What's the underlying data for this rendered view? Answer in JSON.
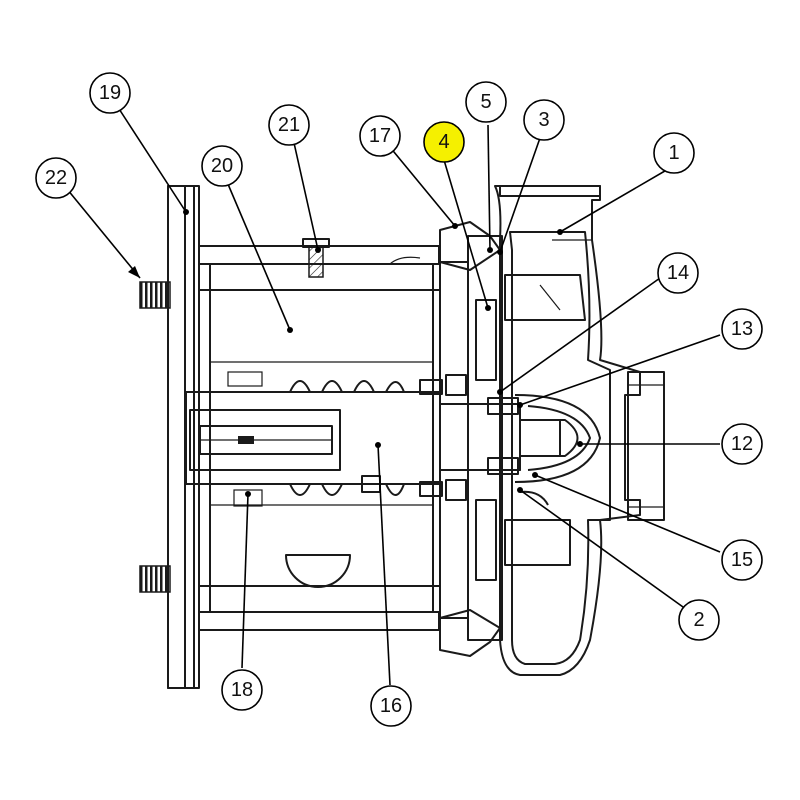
{
  "callouts": [
    {
      "id": "1",
      "label": "1"
    },
    {
      "id": "2",
      "label": "2"
    },
    {
      "id": "3",
      "label": "3"
    },
    {
      "id": "4",
      "label": "4",
      "highlighted": true
    },
    {
      "id": "5",
      "label": "5"
    },
    {
      "id": "12",
      "label": "12"
    },
    {
      "id": "13",
      "label": "13"
    },
    {
      "id": "14",
      "label": "14"
    },
    {
      "id": "15",
      "label": "15"
    },
    {
      "id": "16",
      "label": "16"
    },
    {
      "id": "17",
      "label": "17"
    },
    {
      "id": "18",
      "label": "18"
    },
    {
      "id": "19",
      "label": "19"
    },
    {
      "id": "20",
      "label": "20"
    },
    {
      "id": "21",
      "label": "21"
    },
    {
      "id": "22",
      "label": "22"
    }
  ],
  "colors": {
    "highlight": "#f5f000",
    "bubble": "#ffffff",
    "ink": "#1a1a1a"
  }
}
